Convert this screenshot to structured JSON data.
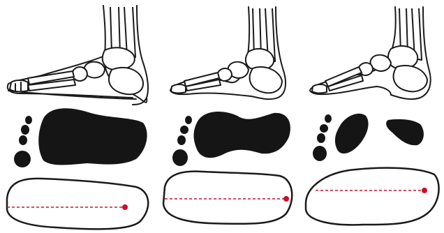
{
  "columns": [
    {
      "arch_type": "flat-foot",
      "footprint_regions": 1
    },
    {
      "arch_type": "normal-arch",
      "footprint_regions": 1
    },
    {
      "arch_type": "high-arch",
      "footprint_regions": 2
    }
  ],
  "colors": {
    "ink": "#1a1a1a",
    "footprint_fill": "#151515",
    "axis_line": "#c8102e",
    "heel_dot": "#c8102e",
    "background": "#ffffff"
  }
}
